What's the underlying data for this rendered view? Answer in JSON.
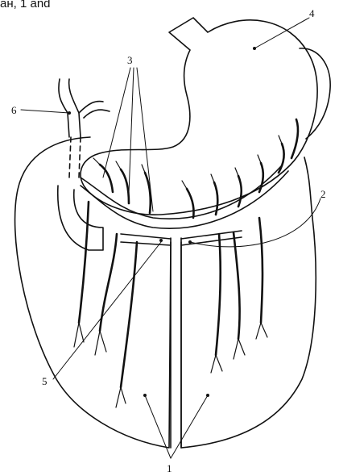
{
  "header": {
    "text": "ан, 1 and"
  },
  "labels": {
    "l1": "1",
    "l2": "2",
    "l3": "3",
    "l4": "4",
    "l5": "5",
    "l6": "6"
  },
  "colors": {
    "ink": "#111111",
    "paper": "#ffffff"
  }
}
